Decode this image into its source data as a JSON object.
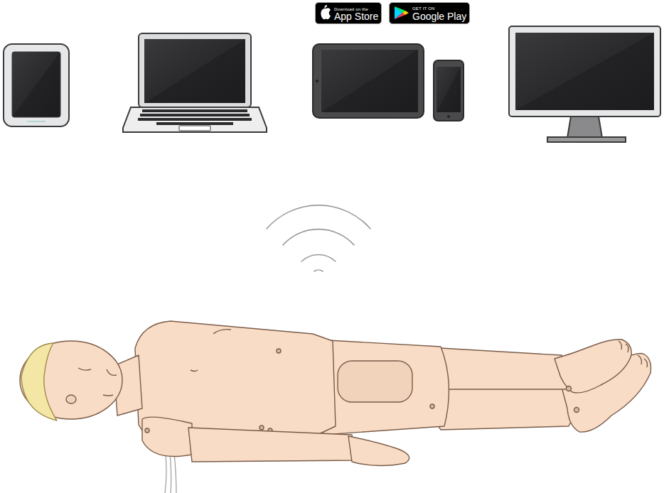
{
  "diagram": {
    "nodes": [
      {
        "text": [
          "Download on the",
          "App Store"
        ]
      },
      {
        "text": [
          "GET IT ON",
          "Google Play"
        ]
      }
    ]
  }
}
